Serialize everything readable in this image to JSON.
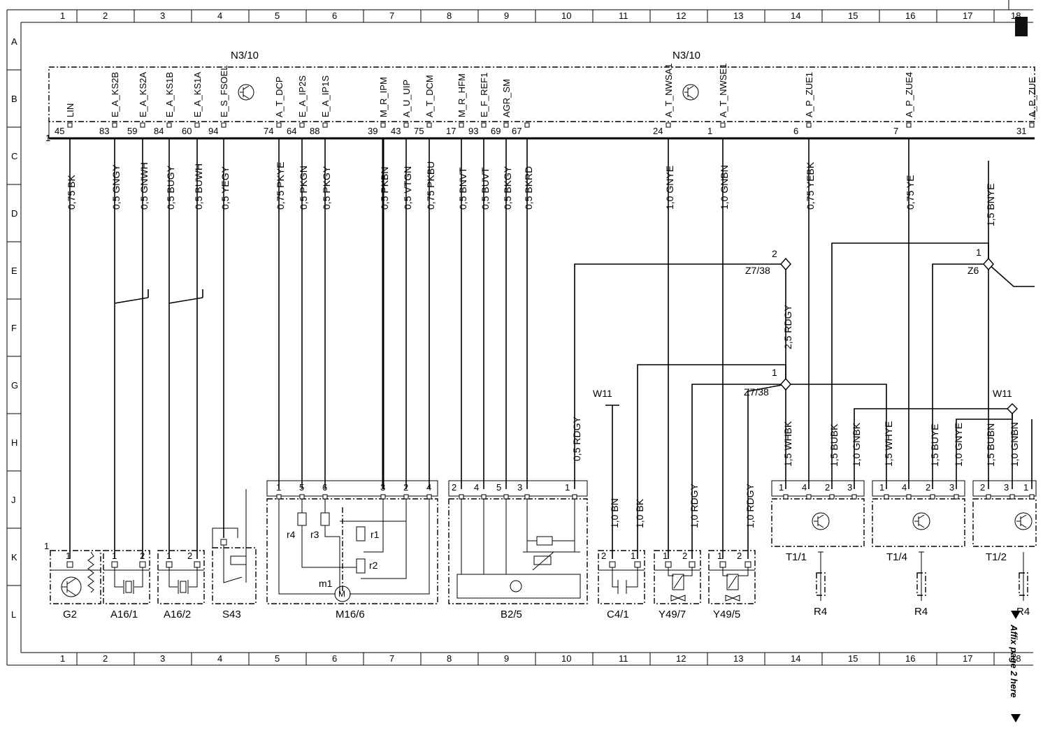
{
  "grid": {
    "columns": [
      "1",
      "2",
      "3",
      "4",
      "5",
      "6",
      "7",
      "8",
      "9",
      "10",
      "11",
      "12",
      "13",
      "14",
      "15",
      "16",
      "17",
      "18"
    ],
    "rows": [
      "A",
      "B",
      "C",
      "D",
      "E",
      "F",
      "G",
      "H",
      "J",
      "K",
      "L"
    ]
  },
  "control_unit": {
    "label_left": "N3/10",
    "label_right": "N3/10",
    "connector_index": "1",
    "pins": [
      {
        "signal": "LIN",
        "pin": "45",
        "wire": "0,75 BK"
      },
      {
        "signal": "E_A_KS2B",
        "pin": "83",
        "wire": "0,5 GNGY"
      },
      {
        "signal": "E_A_KS2A",
        "pin": "59",
        "wire": "0,5 GNWH"
      },
      {
        "signal": "E_A_KS1B",
        "pin": "84",
        "wire": "0,5 BUGY"
      },
      {
        "signal": "E_A_KS1A",
        "pin": "60",
        "wire": "0,5 BUWH"
      },
      {
        "signal": "E_S_FSOEL",
        "pin": "94",
        "wire": "0,5 YEGY"
      },
      {
        "signal": "A_T_DCP",
        "pin": "74",
        "wire": "0,75 PKYE"
      },
      {
        "signal": "E_A_IP2S",
        "pin": "64",
        "wire": "0,5 PKGN"
      },
      {
        "signal": "E_A_IP1S",
        "pin": "88",
        "wire": "0,5 PKGY"
      },
      {
        "signal": "M_R_IPM",
        "pin": "39",
        "wire": "0,5 PKBN"
      },
      {
        "signal": "A_U_UIP",
        "pin": "43",
        "wire": "0,5 VTGN"
      },
      {
        "signal": "A_T_DCM",
        "pin": "75",
        "wire": "0,75 PKBU"
      },
      {
        "signal": "M_R_HFM",
        "pin": "17",
        "wire": "0,5 BNVT"
      },
      {
        "signal": "E_F_REF1",
        "pin": "93",
        "wire": "0,5 BUVT"
      },
      {
        "signal": "AGR_SM",
        "pin": "69",
        "wire": "0,5 BKGY"
      },
      {
        "signal": "",
        "pin": "67",
        "wire": "0,5 BKRD"
      },
      {
        "signal": "A_T_NWSA1",
        "pin": "24",
        "wire": "1,0 GNYE"
      },
      {
        "signal": "A_T_NWSE1",
        "pin": "1",
        "wire": "1,0 GNBN"
      },
      {
        "signal": "A_P_ZUE1",
        "pin": "6",
        "wire": "0,75 YEBK"
      },
      {
        "signal": "A_P_ZUE4",
        "pin": "7",
        "wire": "0,75 YE"
      },
      {
        "signal": "A_P_ZUE",
        "pin": "31",
        "wire": ""
      }
    ]
  },
  "branch_wires": {
    "z738_top_pin": "2",
    "z738_top_label": "Z7/38",
    "z738_feed": "2,5 RDGY",
    "z738_mid_pin": "1",
    "z738_mid_label": "Z7/38",
    "z6_pin": "1",
    "z6_label": "Z6",
    "z6_feed": "1,5 BNYE",
    "b25_supply": "0,5 RDGY",
    "w11_left": "W11",
    "w11_right": "W11",
    "c41_bn": "1,0 BN",
    "c41_bk": "1,0 BK",
    "y497_wire": "1,0 RDGY",
    "y495_wire": "1,0 RDGY",
    "t11_whbk": "1,5 WHBK",
    "t11_bubk": "1,5 BUBK",
    "t14_gnbk": "1,0 GNBK",
    "t14_whye": "1,5 WHYE",
    "t14_buye": "1,5 BUYE",
    "t14_gnye": "1,0 GNYE",
    "t12_bubn": "1,5 BUBN",
    "t12_gnbn": "1,0 GNBN"
  },
  "components": {
    "g2": "G2",
    "a161": "A16/1",
    "a162": "A16/2",
    "s43": "S43",
    "m166": "M16/6",
    "m166_parts": {
      "r4": "r4",
      "r3": "r3",
      "r1": "r1",
      "r2": "r2",
      "m1": "m1",
      "motor": "M"
    },
    "m166_pins": [
      "1",
      "5",
      "6",
      "3",
      "2",
      "4"
    ],
    "b25": "B2/5",
    "b25_pins": [
      "2",
      "4",
      "5",
      "3",
      "1"
    ],
    "c41": "C4/1",
    "y497": "Y49/7",
    "y495": "Y49/5",
    "t11": "T1/1",
    "t14": "T1/4",
    "t12": "T1/2",
    "r4": "R4",
    "pair12": [
      "1",
      "2"
    ],
    "pair21": [
      "2",
      "1"
    ],
    "coil_pins": [
      "1",
      "4",
      "2",
      "3"
    ],
    "t12_pins": [
      "2",
      "3",
      "1"
    ],
    "g2_index": "1"
  },
  "side_note": "Affix page 2 here"
}
